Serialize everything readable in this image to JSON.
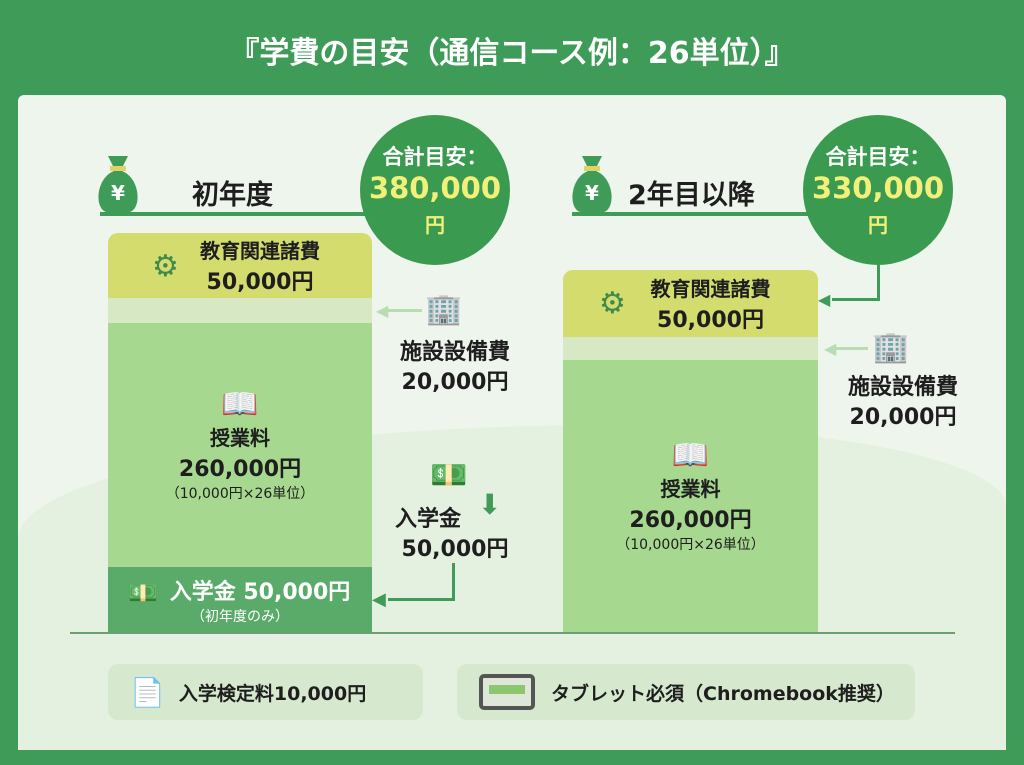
{
  "title": "『学費の目安（通信コース例：26単位）』",
  "first_year": {
    "heading": "初年度",
    "total_label": "合計目安：",
    "total_value": "380,000",
    "total_unit": "円",
    "segments": [
      {
        "name": "教育関連諸費",
        "amount": "50,000円"
      },
      {
        "name": "授業料",
        "amount": "260,000円",
        "note": "（10,000円×26単位）"
      },
      {
        "name": "入学金 50,000円",
        "note": "（初年度のみ）"
      }
    ],
    "facility": {
      "name": "施設設備費",
      "amount": "20,000円"
    },
    "admission": {
      "name": "入学金",
      "amount": "50,000円"
    }
  },
  "second_year": {
    "heading": "2年目以降",
    "total_label": "合計目安：",
    "total_value": "330,000",
    "total_unit": "円",
    "segments": [
      {
        "name": "教育関連諸費",
        "amount": "50,000円"
      },
      {
        "name": "授業料",
        "amount": "260,000円",
        "note": "（10,000円×26単位）"
      }
    ],
    "facility": {
      "name": "施設設備費",
      "amount": "20,000円"
    }
  },
  "footer": {
    "exam_fee": "入学検定料10,000円",
    "tablet": "タブレット必須（Chromebook推奨）"
  },
  "colors": {
    "dark_green": "#3a9a50",
    "olive": "#d3dc6c",
    "light": "#d6e9c4",
    "mid": "#a6d88f",
    "enroll": "#5aab6a",
    "yellow": "#f3f07a"
  }
}
